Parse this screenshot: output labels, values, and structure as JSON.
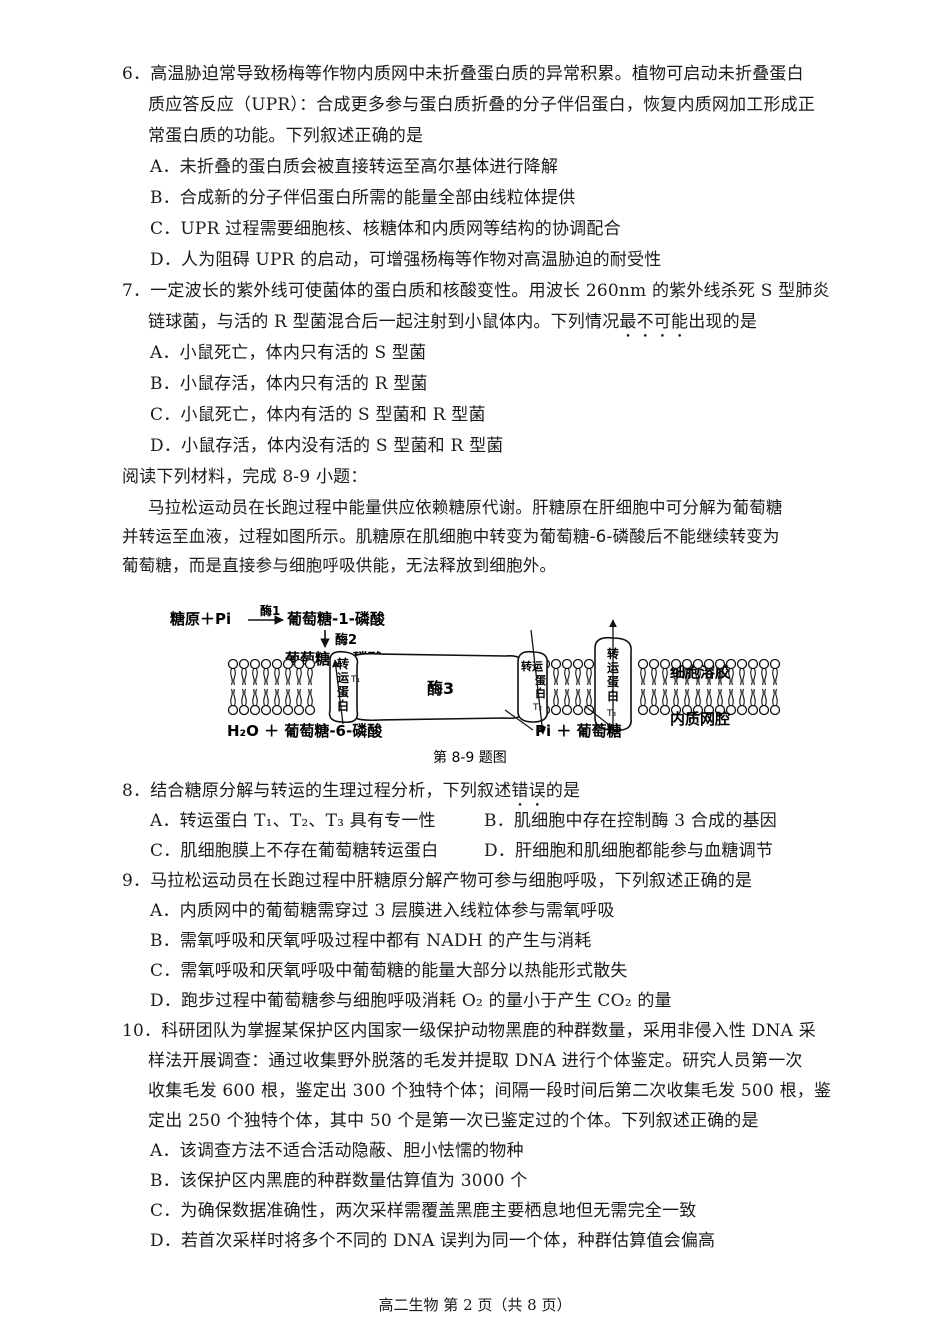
{
  "q6": {
    "lines": [
      "6．高温胁迫常导致杨梅等作物内质网中未折叠蛋白质的异常积累。植物可启动未折叠蛋白",
      "质应答反应（UPR）：合成更多参与蛋白质折叠的分子伴侣蛋白，恢复内质网加工形成正",
      "常蛋白质的功能。下列叙述正确的是"
    ],
    "options": [
      "A．未折叠的蛋白质会被直接转运至高尔基体进行降解",
      "B．合成新的分子伴侣蛋白所需的能量全部由线粒体提供",
      "C．UPR 过程需要细胞核、核糖体和内质网等结构的协调配合",
      "D．人为阻碍 UPR 的启动，可增强杨梅等作物对高温胁迫的耐受性"
    ]
  },
  "q7": {
    "line1": "7．一定波长的紫外线可使菌体的蛋白质和核酸变性。用波长 260nm 的紫外线杀死 S 型肺炎",
    "line2_pre": "链球菌，与活的 R 型菌混合后一起注射到小鼠体内。下列情况",
    "line2_emph": "最不可能",
    "line2_post": "出现的是",
    "options": [
      "A．小鼠死亡，体内只有活的 S 型菌",
      "B．小鼠存活，体内只有活的 R 型菌",
      "C．小鼠死亡，体内有活的 S 型菌和 R 型菌",
      "D．小鼠存活，体内没有活的 S 型菌和 R 型菌"
    ]
  },
  "material": {
    "intro": "阅读下列材料，完成 8-9 小题：",
    "lines": [
      "马拉松运动员在长跑过程中能量供应依赖糖原代谢。肝糖原在肝细胞中可分解为葡萄糖",
      "并转运至血液，过程如图所示。肌糖原在肌细胞中转变为葡萄糖-6-磷酸后不能继续转变为",
      "葡萄糖，而是直接参与细胞呼吸供能，无法释放到细胞外。"
    ]
  },
  "figure": {
    "glycogen_pi": "糖原＋Pi",
    "enzyme1": "酶1",
    "g1p": "葡萄糖-1-磷酸",
    "enzyme2": "酶2",
    "g6p": "葡萄糖-6-磷酸",
    "cytosol": "细胞溶胶",
    "er_lumen": "内质网腔",
    "enzyme3": "酶3",
    "t1": [
      "转",
      "运",
      "蛋",
      "白",
      "T₁"
    ],
    "t2": [
      "转运",
      "蛋",
      "白",
      "T₂"
    ],
    "t3": [
      "转",
      "运",
      "蛋",
      "白",
      "T₃"
    ],
    "bottom_left": "H₂O ＋ 葡萄糖-6-磷酸",
    "bottom_right": "Pi ＋ 葡萄糖",
    "caption": "第 8-9 题图"
  },
  "q8": {
    "stem_pre": "8．结合糖原分解与转运的生理过程分析，下列叙述",
    "stem_emph": "错误",
    "stem_post": "的是",
    "options": [
      "A．转运蛋白 T₁、T₂、T₃ 具有专一性",
      "B．肌细胞中存在控制酶 3 合成的基因",
      "C．肌细胞膜上不存在葡萄糖转运蛋白",
      "D．肝细胞和肌细胞都能参与血糖调节"
    ]
  },
  "q9": {
    "stem": "9．马拉松运动员在长跑过程中肝糖原分解产物可参与细胞呼吸，下列叙述正确的是",
    "options": [
      "A．内质网中的葡萄糖需穿过 3 层膜进入线粒体参与需氧呼吸",
      "B．需氧呼吸和厌氧呼吸过程中都有 NADH 的产生与消耗",
      "C．需氧呼吸和厌氧呼吸中葡萄糖的能量大部分以热能形式散失",
      "D．跑步过程中葡萄糖参与细胞呼吸消耗 O₂ 的量小于产生 CO₂ 的量"
    ]
  },
  "q10": {
    "lines": [
      "10．科研团队为掌握某保护区内国家一级保护动物黑鹿的种群数量，采用非侵入性 DNA 采",
      "样法开展调查：通过收集野外脱落的毛发并提取 DNA 进行个体鉴定。研究人员第一次",
      "收集毛发 600 根，鉴定出 300 个独特个体；间隔一段时间后第二次收集毛发 500 根，鉴",
      "定出 250 个独特个体，其中 50 个是第一次已鉴定过的个体。下列叙述正确的是"
    ],
    "options": [
      "A．该调查方法不适合活动隐蔽、胆小怯懦的物种",
      "B．该保护区内黑鹿的种群数量估算值为 3000 个",
      "C．为确保数据准确性，两次采样需覆盖黑鹿主要栖息地但无需完全一致",
      "D．若首次采样时将多个不同的 DNA 误判为同一个体，种群估算值会偏高"
    ]
  },
  "footer": "高二生物 第 2 页（共 8 页）"
}
